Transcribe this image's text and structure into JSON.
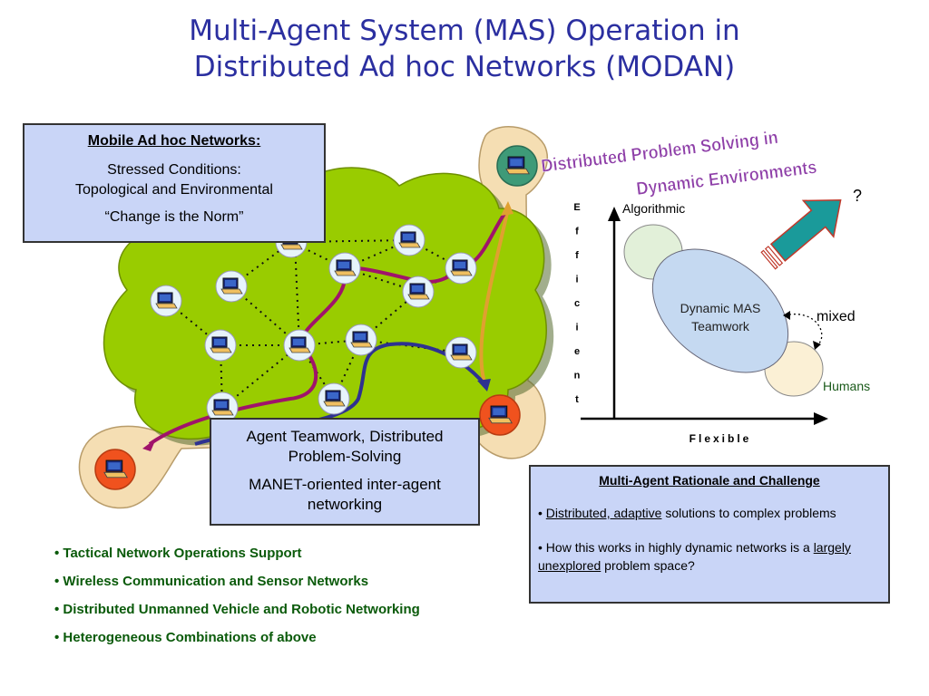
{
  "title": {
    "line1": "Multi-Agent System (MAS) Operation in",
    "line2": "Distributed Ad hoc Networks (MODAN)"
  },
  "manet_box": {
    "heading": "Mobile Ad hoc Networks:",
    "line1": "Stressed Conditions:",
    "line2": "Topological and Environmental",
    "quote": "“Change is the Norm”"
  },
  "agent_box": {
    "line1": "Agent Teamwork, Distributed",
    "line2": "Problem-Solving",
    "line3": "MANET-oriented inter-agent",
    "line4": "networking"
  },
  "rationale_box": {
    "heading": "Multi-Agent Rationale and Challenge",
    "b1_prefix": "• ",
    "b1_underlined": "Distributed, adaptive",
    "b1_rest": " solutions to complex problems",
    "b2_prefix": "• How this works in highly dynamic networks is a ",
    "b2_underlined": "largely unexplored",
    "b2_rest": " problem space?"
  },
  "bullets": [
    "• Tactical Network Operations Support",
    "• Wireless Communication and Sensor Networks",
    "• Distributed Unmanned Vehicle and Robotic Networking",
    "• Heterogeneous Combinations of above"
  ],
  "wordart": {
    "line1": "Distributed Problem Solving in",
    "line2": "Dynamic Environments"
  },
  "mas_chart": {
    "y_axis_label": "Efficient",
    "x_axis_label": "Flexible",
    "algorithmic": "Algorithmic",
    "dynamic_line1": "Dynamic MAS",
    "dynamic_line2": "Teamwork",
    "mixed": "mixed",
    "humans": "Humans",
    "question": "?"
  },
  "colors": {
    "title": "#2b2fa0",
    "box_fill": "#c9d5f7",
    "cloud": "#99cc00",
    "tan_region": "#f5deb3",
    "magenta_path": "#a0136b",
    "navy_path": "#2e3191",
    "gold_path": "#e0a030",
    "bullet_text": "#0a5a0a",
    "arrow_teal": "#1a9a9a",
    "arrow_outline": "#c0392b",
    "dynamic_ellipse": "#c5d9f1",
    "algorithmic_ellipse": "#e2f0d9",
    "humans_ellipse": "#fbf0d5",
    "wordart_fill": "#8e3fa8"
  },
  "icons": [
    "laptop-node-icon",
    "base-station-icon",
    "growth-arrow-icon"
  ]
}
